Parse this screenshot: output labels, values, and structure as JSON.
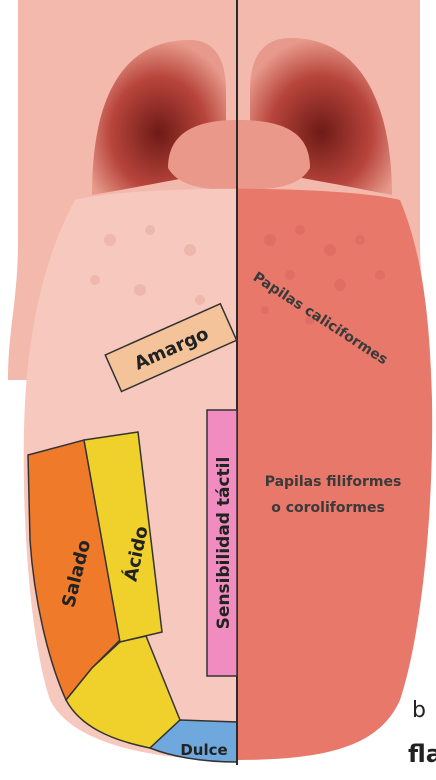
{
  "labels": {
    "bitter": "Amargo",
    "salty": "Salado",
    "sour": "Ácido",
    "sweet": "Dulce",
    "tactile": "Sensibilidad táctil",
    "circumvallate": "Papilas caliciformes",
    "filiform_line1": "Papilas filiformes",
    "filiform_line2": "o coroliformes"
  },
  "cutoff_text": {
    "line1": "b",
    "line2": "fla"
  },
  "colors": {
    "throat_outer": "#f2b9ac",
    "throat_inner": "#c8453d",
    "tongue_left": "#f6c8be",
    "tongue_right": "#e8786a",
    "bitter_fill": "#f4c39a",
    "salty_fill": "#ef7a2a",
    "sour_fill": "#f0d12c",
    "sweet_fill": "#6fa8dc",
    "tactile_fill": "#f08cbf"
  }
}
